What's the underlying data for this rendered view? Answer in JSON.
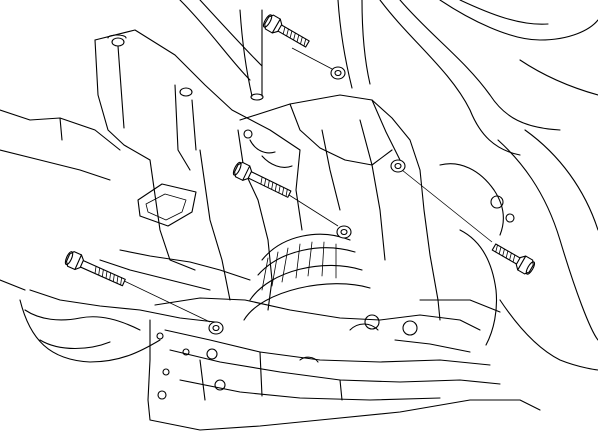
{
  "diagram": {
    "bolts": [
      {
        "id": "top"
      },
      {
        "id": "middle"
      },
      {
        "id": "left"
      },
      {
        "id": "right"
      }
    ]
  }
}
